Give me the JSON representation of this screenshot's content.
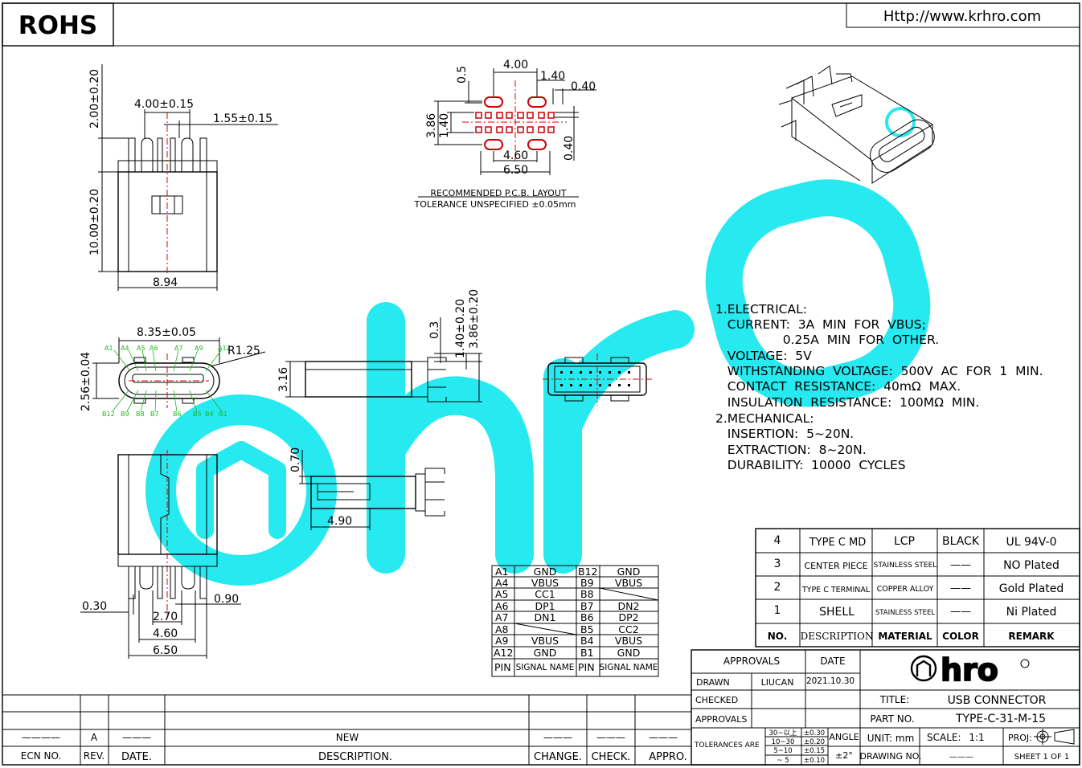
{
  "header": {
    "rohs": "ROHS",
    "website": "Http://www.krhro.com"
  },
  "watermark": {
    "text": "hro",
    "color": "#00e5ee"
  },
  "colors": {
    "pin_label": "#1fb51f",
    "centerline": "#dd0000",
    "pad": "#cc0000"
  },
  "top_view": {
    "dim_height_pins": "2.00±0.20",
    "dim_height_body": "10.00±0.20",
    "dim_pin_span": "4.00±0.15",
    "dim_pin_pitch": "1.55±0.15",
    "dim_width": "8.94"
  },
  "pcb_layout": {
    "dim_top_span": "4.00",
    "dim_pad_width": "1.40",
    "dim_pad_gap": "0.40",
    "dim_pad_height": "0.5",
    "dim_row_span": "3.86",
    "dim_row_pitch": "1.40",
    "dim_bottom_span": "4.60",
    "dim_total_width": "6.50",
    "dim_bottom_gap": "0.40",
    "title": "RECOMMENDED   P.C.B.  LAYOUT",
    "tolerance": "TOLERANCE  UNSPECIFIED  ±0.05mm"
  },
  "front_view": {
    "dim_width": "8.35±0.05",
    "dim_height": "2.56±0.04",
    "dim_radius": "R1.25",
    "pin_labels_top": [
      "A1",
      "A4",
      "A5",
      "A6",
      "A7",
      "A9",
      "A12"
    ],
    "pin_labels_bottom": [
      "B12",
      "B9",
      "B8",
      "B7",
      "B6",
      "B5",
      "B4",
      "B1"
    ]
  },
  "side_view": {
    "dim_height": "3.16",
    "dim_thin": "0.3",
    "dim_pin_1": "1.40±0.20",
    "dim_pin_2": "3.86±0.20"
  },
  "bottom_side_view": {
    "dim_slot": "0.70",
    "dim_depth": "4.90"
  },
  "bottom_view": {
    "dim_pin": "0.30",
    "dim_pitch": "0.90",
    "dim_span_1": "2.70",
    "dim_span_2": "4.60",
    "dim_span_3": "6.50"
  },
  "specs": {
    "lines": [
      "1.ELECTRICAL:",
      "   CURRENT:  3A  MIN  FOR  VBUS;",
      "                 0.25A  MIN  FOR  OTHER.",
      "   VOLTAGE:  5V",
      "   WITHSTANDING  VOLTAGE:  500V  AC  FOR  1  MIN.",
      "   CONTACT  RESISTANCE:  40mΩ  MAX.",
      "   INSULATION  RESISTANCE:  100MΩ  MIN.",
      "2.MECHANICAL:",
      "   INSERTION:  5~20N.",
      "   EXTRACTION:  8~20N.",
      "   DURABILITY:  10000  CYCLES"
    ]
  },
  "pin_table": {
    "rows": [
      [
        "A1",
        "GND",
        "B12",
        "GND"
      ],
      [
        "A4",
        "VBUS",
        "B9",
        "VBUS"
      ],
      [
        "A5",
        "CC1",
        "B8",
        ""
      ],
      [
        "A6",
        "DP1",
        "B7",
        "DN2"
      ],
      [
        "A7",
        "DN1",
        "B6",
        "DP2"
      ],
      [
        "A8",
        "",
        "B5",
        "CC2"
      ],
      [
        "A9",
        "VBUS",
        "B4",
        "VBUS"
      ],
      [
        "A12",
        "GND",
        "B1",
        "GND"
      ]
    ],
    "footer": [
      "PIN",
      "SIGNAL  NAME",
      "PIN",
      "SIGNAL  NAME"
    ]
  },
  "bom": {
    "rows": [
      [
        "4",
        "TYPE C MD",
        "LCP",
        "BLACK",
        "UL  94V-0"
      ],
      [
        "3",
        "CENTER  PIECE",
        "STAINLESS  STEEL",
        "——",
        "NO  Plated"
      ],
      [
        "2",
        "TYPE  C  TERMINAL",
        "COPPER  ALLOY",
        "——",
        "Gold  Plated"
      ],
      [
        "1",
        "SHELL",
        "STAINLESS  STEEL",
        "——",
        "Ni  Plated"
      ]
    ],
    "header": [
      "NO.",
      "DESCRIPTION",
      "MATERIAL",
      "COLOR",
      "REMARK"
    ]
  },
  "title_block": {
    "approvals": "APPROVALS",
    "date": "DATE",
    "drawn": "DRAWN",
    "drawn_by": "LIUCAN",
    "drawn_date": "2021.10.30",
    "checked": "CHECKED",
    "approvals2": "APPROVALS",
    "tolerances": "TOLERANCES  ARE",
    "tol_ranges": [
      "30~以上",
      "10~30",
      "5~10",
      "~ 5"
    ],
    "tol_values": [
      "±0.30",
      "±0.20",
      "±0.15",
      "±0.10"
    ],
    "angle": "ANGLE",
    "angle_value": "±2°",
    "logo": "hro",
    "title_label": "TITLE:",
    "title_value": "USB  CONNECTOR",
    "part_label": "PART  NO.",
    "part_value": "TYPE-C-31-M-15",
    "unit": "UNIT:  mm",
    "scale_label": "SCALE:",
    "scale_value": "1:1",
    "proj": "PROJ:",
    "drawing_no": "DRAWING  NO.",
    "drawing_no_value": "———",
    "sheet": "SHEET   1  OF  1"
  },
  "revision_block": {
    "values": [
      "————",
      "A",
      "———",
      "NEW",
      "———",
      "———",
      "———"
    ],
    "headers": [
      "ECN  NO.",
      "REV.",
      "DATE.",
      "DESCRIPTION.",
      "CHANGE.",
      "CHECK.",
      "APPRO."
    ]
  }
}
